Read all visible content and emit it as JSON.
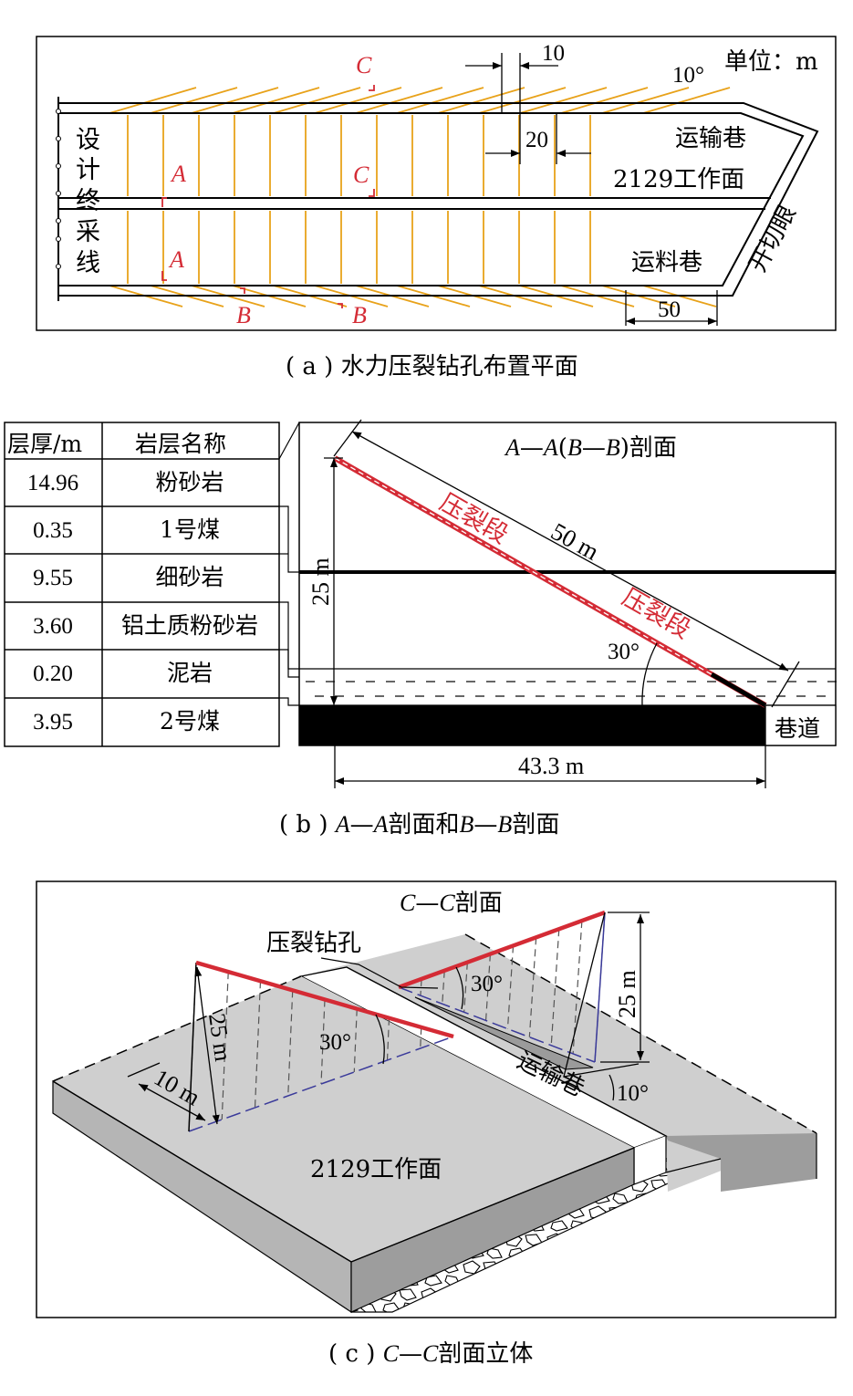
{
  "panel_a": {
    "caption": "( a ) 水力压裂钻孔布置平面",
    "unit": "单位：m",
    "dim_10": "10",
    "dim_20": "20",
    "dim_50": "50",
    "angle": "10°",
    "road_transport": "运输巷",
    "face": "2129工作面",
    "road_material": "运料巷",
    "open_cut": "开切眼",
    "stop_line": [
      "设",
      "计",
      "终",
      "采",
      "线"
    ],
    "marks": {
      "A": "A",
      "B": "B",
      "C": "C"
    }
  },
  "panel_b": {
    "caption_parts": [
      "( b ) ",
      "A",
      "—",
      "A",
      "剖面和",
      "B",
      "—",
      "B",
      "剖面"
    ],
    "title_parts": [
      "A",
      "—",
      "A",
      "(",
      "B",
      "—",
      "B",
      ")剖面"
    ],
    "header": {
      "thickness": "层厚/m",
      "name": "岩层名称"
    },
    "layers": [
      {
        "thickness": "14.96",
        "name": "粉砂岩"
      },
      {
        "thickness": "0.35",
        "name": "1号煤"
      },
      {
        "thickness": "9.55",
        "name": "细砂岩"
      },
      {
        "thickness": "3.60",
        "name": "铝土质粉砂岩"
      },
      {
        "thickness": "0.20",
        "name": "泥岩"
      },
      {
        "thickness": "3.95",
        "name": "2号煤"
      }
    ],
    "frac_label": "压裂段",
    "length": "50 m",
    "height": "25 m",
    "angle": "30°",
    "roadway": "巷道",
    "horizontal": "43.3 m"
  },
  "panel_c": {
    "caption_parts": [
      "( c ) ",
      "C",
      "—",
      "C",
      "剖面立体"
    ],
    "title_parts": [
      "C",
      "—",
      "C",
      "剖面"
    ],
    "drill_label": "压裂钻孔",
    "angle30": "30°",
    "angle10": "10°",
    "height": "25 m",
    "spacing": "10 m",
    "road": "运输巷",
    "face": "2129工作面"
  }
}
